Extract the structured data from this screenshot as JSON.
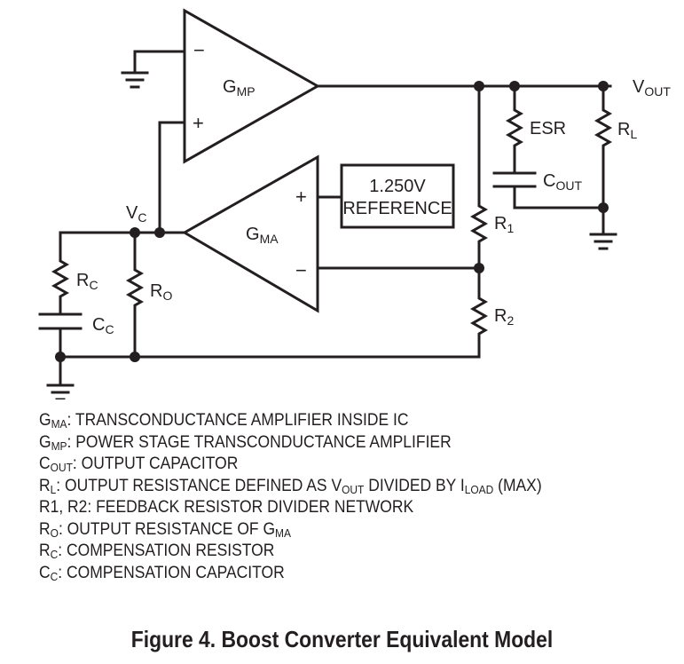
{
  "amplifiers": {
    "gmp": {
      "main": "G",
      "sub": "MP",
      "minus": "−",
      "plus": "+"
    },
    "gma": {
      "main": "G",
      "sub": "MA",
      "minus": "−",
      "plus": "+"
    }
  },
  "reference": {
    "line1": "1.250V",
    "line2": "REFERENCE"
  },
  "nodes": {
    "vout": {
      "main": "V",
      "sub": "OUT"
    },
    "vc": {
      "main": "V",
      "sub": "C"
    }
  },
  "components": {
    "esr": "ESR",
    "cout": {
      "main": "C",
      "sub": "OUT"
    },
    "rl": {
      "main": "R",
      "sub": "L"
    },
    "r1": {
      "main": "R",
      "sub": "1"
    },
    "r2": {
      "main": "R",
      "sub": "2"
    },
    "rc": {
      "main": "R",
      "sub": "C"
    },
    "ro": {
      "main": "R",
      "sub": "O"
    },
    "cc": {
      "main": "C",
      "sub": "C"
    }
  },
  "legend": [
    {
      "sym": "G",
      "sub": "MA",
      "text": ": TRANSCONDUCTANCE AMPLIFIER INSIDE IC"
    },
    {
      "sym": "G",
      "sub": "MP",
      "text": ": POWER STAGE TRANSCONDUCTANCE AMPLIFIER"
    },
    {
      "sym": "C",
      "sub": "OUT",
      "text": ": OUTPUT CAPACITOR"
    },
    {
      "sym": "R",
      "sub": "L",
      "text": ": OUTPUT RESISTANCE DEFINED AS V",
      "sub2": "OUT",
      "text2": " DIVIDED BY I",
      "sub3": "LOAD",
      "text3": " (MAX)"
    },
    {
      "sym": "R1, R2",
      "text": ": FEEDBACK RESISTOR DIVIDER NETWORK"
    },
    {
      "sym": "R",
      "sub": "O",
      "text": ": OUTPUT RESISTANCE OF  G",
      "sub2": "MA"
    },
    {
      "sym": "R",
      "sub": "C",
      "text": ": COMPENSATION RESISTOR"
    },
    {
      "sym": "C",
      "sub": "C",
      "text": ": COMPENSATION CAPACITOR"
    }
  ],
  "caption": "Figure 4. Boost Converter Equivalent Model"
}
